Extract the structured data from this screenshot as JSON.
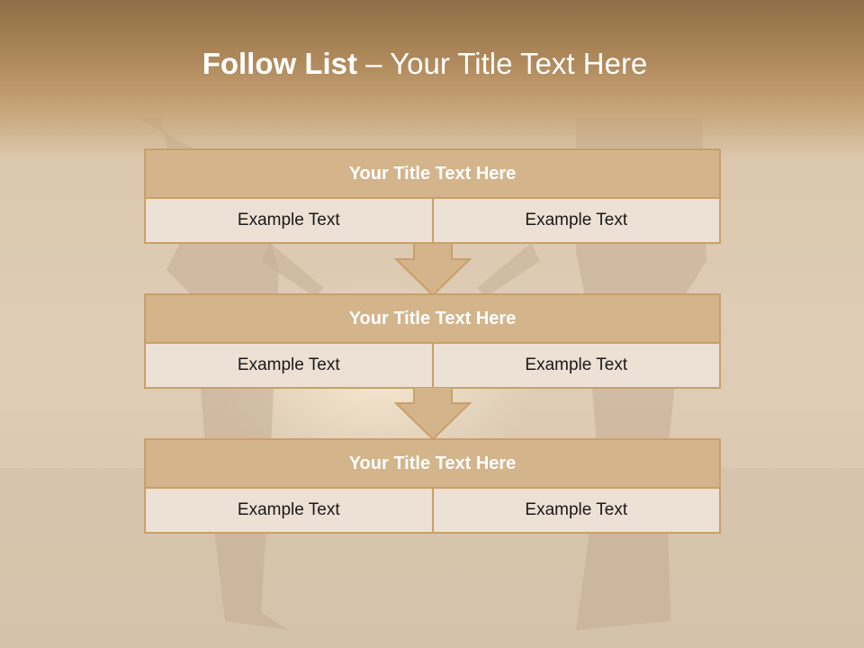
{
  "title": {
    "bold": "Follow List",
    "rest": " – Your Title Text Here"
  },
  "blocks": [
    {
      "title": "Your Title Text Here",
      "left": "Example Text",
      "right": "Example Text"
    },
    {
      "title": "Your Title Text Here",
      "left": "Example Text",
      "right": "Example Text"
    },
    {
      "title": "Your Title Text Here",
      "left": "Example Text",
      "right": "Example Text"
    }
  ],
  "colors": {
    "header": "#b08a5c",
    "block_title_bg": "#d4b48b",
    "block_border": "#c9a06a",
    "cell_bg": "#ede0d4"
  }
}
